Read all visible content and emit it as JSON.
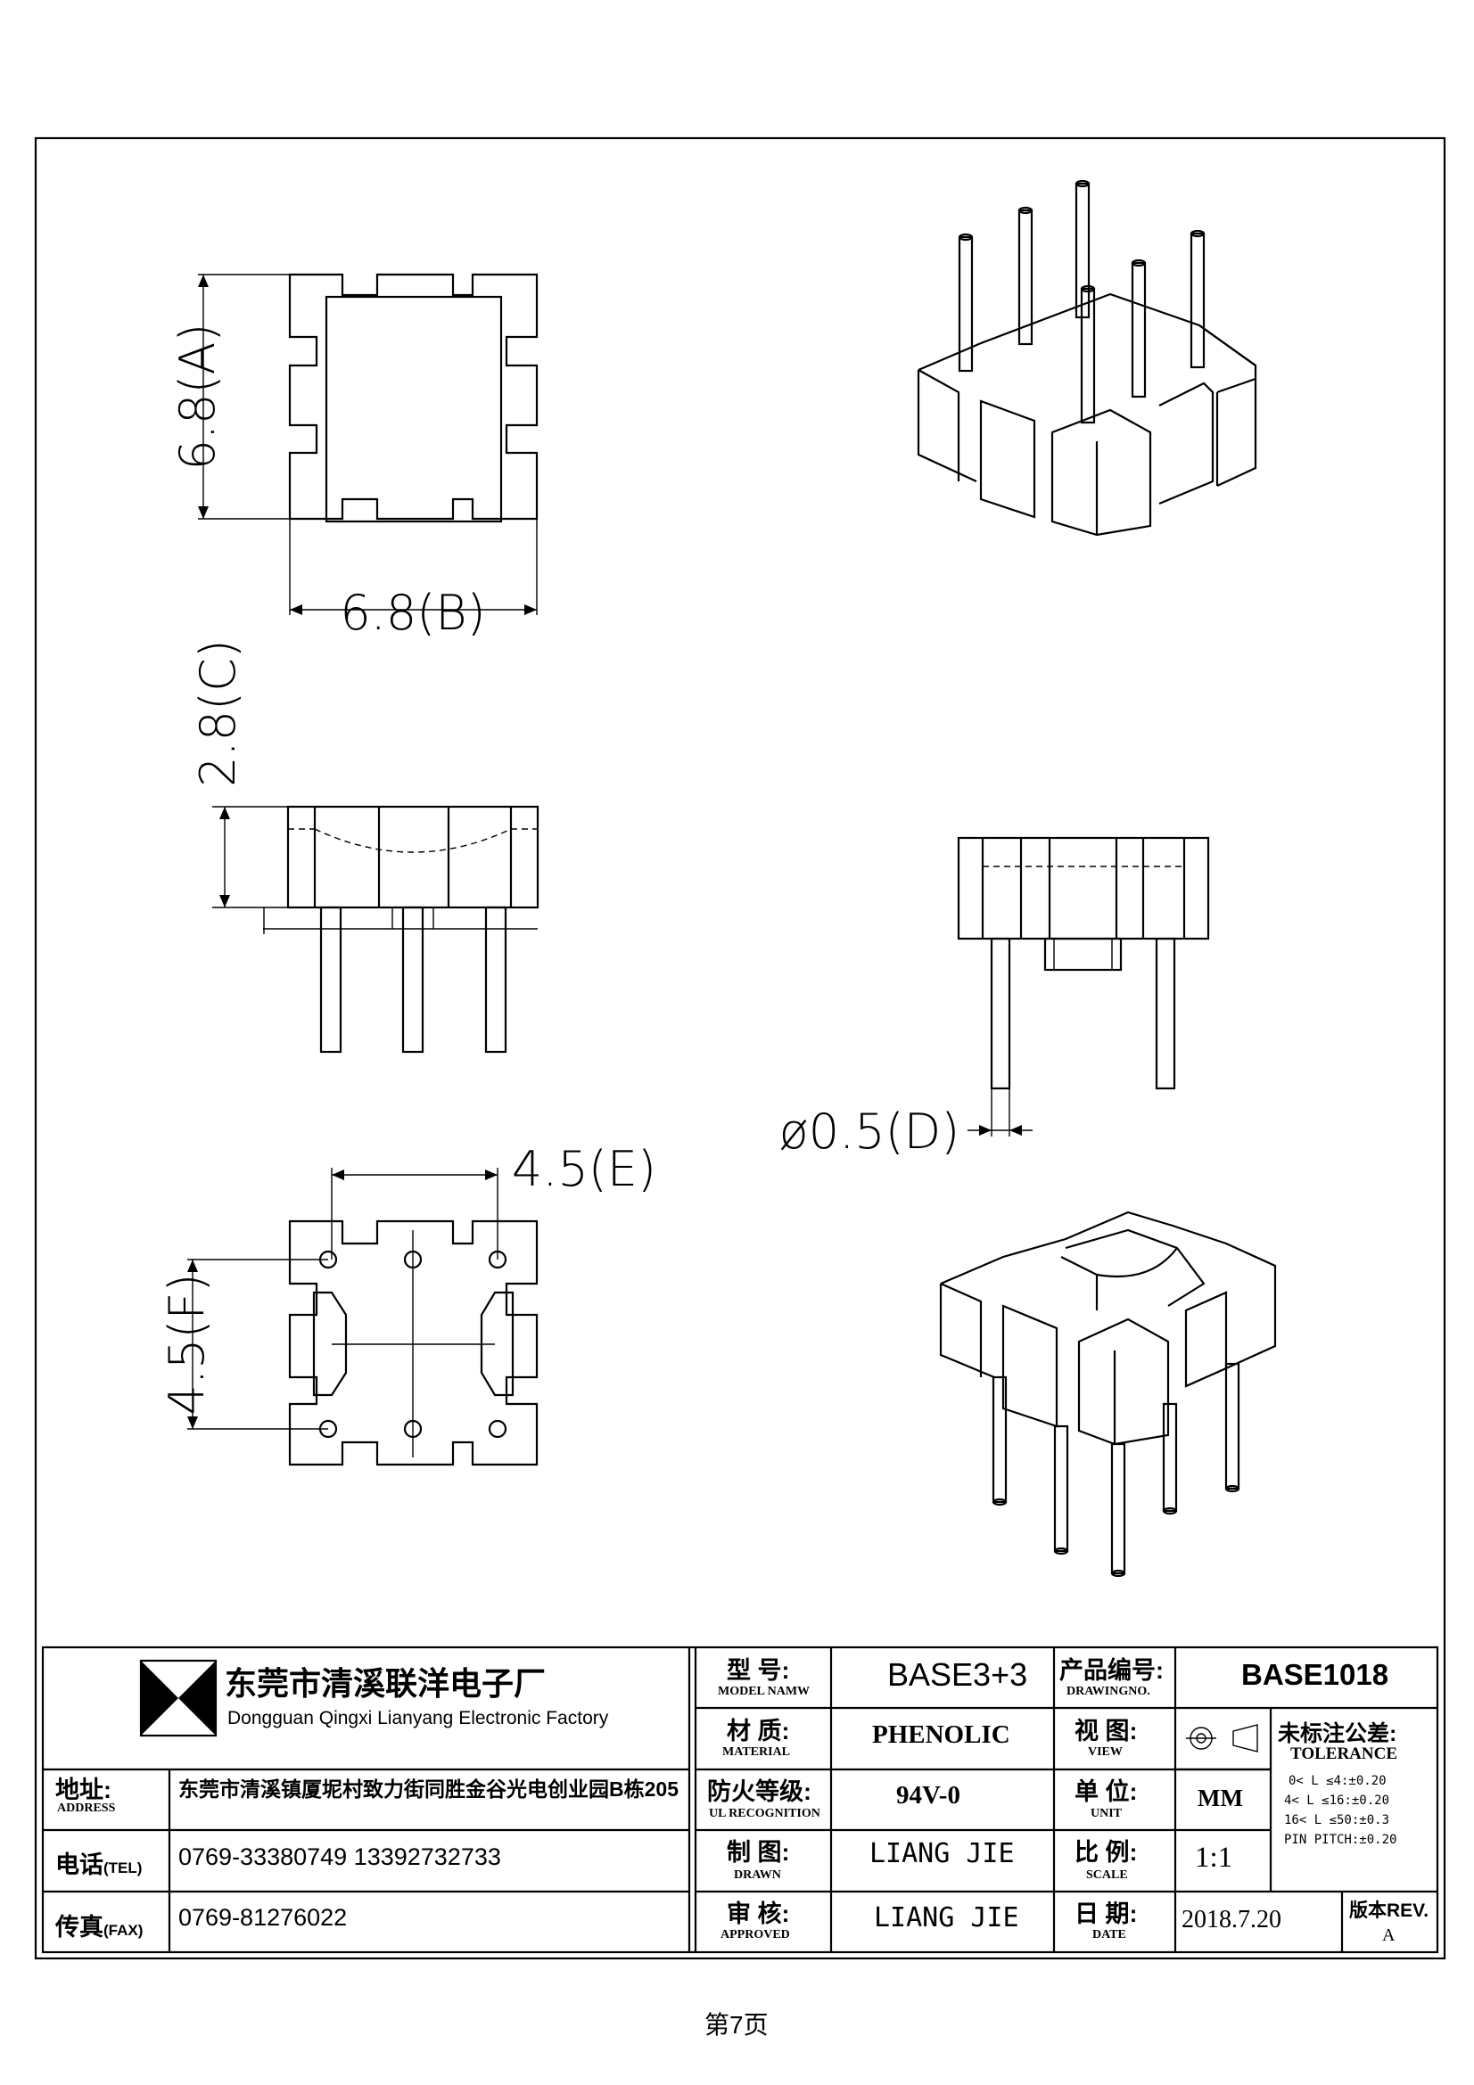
{
  "dimensions": {
    "A": "6.8(A)",
    "B": "6.8(B)",
    "C": "2.8(C)",
    "D": "ø0.5(D)",
    "E": "4.5(E)",
    "F": "4.5(F)"
  },
  "title_block": {
    "company_cn": "东莞市清溪联洋电子厂",
    "company_en": "Dongguan Qingxi Lianyang Electronic Factory",
    "address_label": "地址:",
    "address_label_en": "ADDRESS",
    "address_value": "东莞市清溪镇厦坭村致力街同胜金谷光电创业园B栋205",
    "tel_label": "电话",
    "tel_label_en": "(TEL)",
    "tel_value": "0769-33380749   13392732733",
    "fax_label": "传真",
    "fax_label_en": "(FAX)",
    "fax_value": "0769-81276022",
    "model_label": "型 号:",
    "model_label_en": "MODEL NAMW",
    "model_value": "BASE3+3",
    "material_label": "材 质:",
    "material_label_en": "MATERIAL",
    "material_value": "PHENOLIC",
    "ul_label": "防火等级:",
    "ul_label_en": "UL RECOGNITION",
    "ul_value": "94V-0",
    "drawn_label": "制 图:",
    "drawn_label_en": "DRAWN",
    "drawn_value": "LIANG JIE",
    "approved_label": "审 核:",
    "approved_label_en": "APPROVED",
    "approved_value": "LIANG JIE",
    "drawing_no_label": "产品编号:",
    "drawing_no_label_en": "DRAWINGNO.",
    "drawing_no_value": "BASE1018",
    "view_label": "视 图:",
    "view_label_en": "VIEW",
    "unit_label": "单 位:",
    "unit_label_en": "UNIT",
    "unit_value": "MM",
    "scale_label": "比 例:",
    "scale_label_en": "SCALE",
    "scale_value": "1:1",
    "date_label": "日 期:",
    "date_label_en": "DATE",
    "date_value": "2018.7.20",
    "tolerance_label": "未标注公差:",
    "tolerance_label_en": "TOLERANCE",
    "tolerance_lines": [
      "0< L ≤4:±0.20",
      "4< L ≤16:±0.20",
      "16< L ≤50:±0.3",
      "PIN PITCH:±0.20"
    ],
    "rev_label": "版本REV.",
    "rev_value": "A"
  },
  "footer": {
    "page": "第7页"
  }
}
